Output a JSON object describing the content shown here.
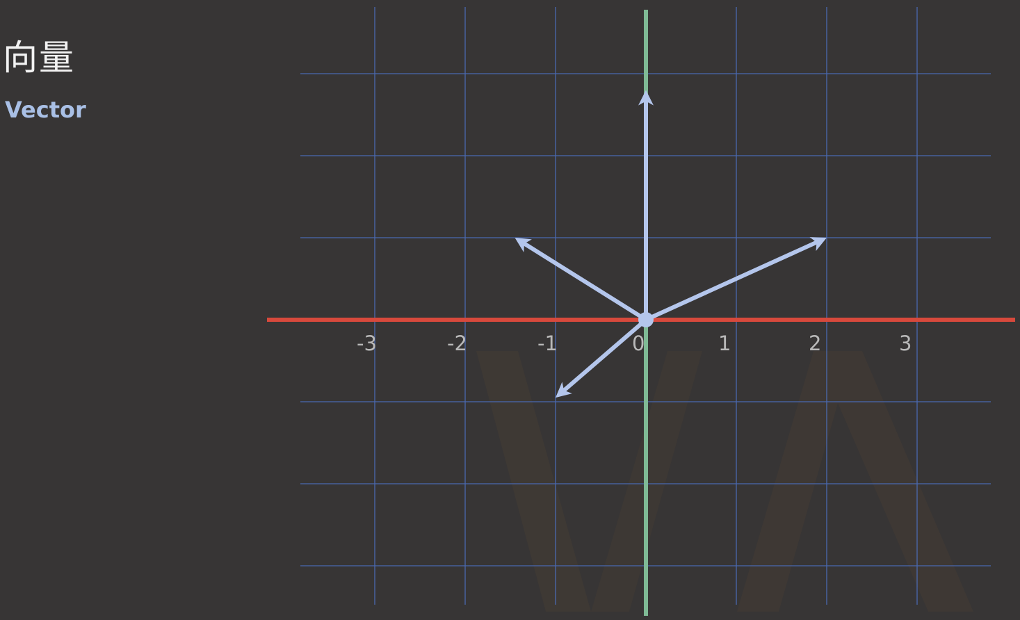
{
  "heading": {
    "title_zh": "向量",
    "title_en": "Vector"
  },
  "colors": {
    "background": "#373535",
    "grid": "#4a69b0",
    "x_axis": "#d7493c",
    "y_axis": "#7fba95",
    "vector": "#b4c6ec",
    "title_zh": "#f2f2f2",
    "title_en": "#a9c0e6",
    "tick_label": "#b9b9b9",
    "watermark": "#453c33"
  },
  "diagram": {
    "x_tick_labels": [
      {
        "value": -3,
        "text": "-3"
      },
      {
        "value": -2,
        "text": "-2"
      },
      {
        "value": -1,
        "text": "-1"
      },
      {
        "value": 0,
        "text": "0"
      },
      {
        "value": 1,
        "text": "1"
      },
      {
        "value": 2,
        "text": "2"
      },
      {
        "value": 3,
        "text": "3"
      }
    ],
    "grid_x_values": [
      -3,
      -2,
      -1,
      1,
      2,
      3
    ],
    "grid_y_values": [
      3,
      2,
      1,
      -1,
      -2,
      -3
    ],
    "origin": [
      0,
      0
    ],
    "vectors": [
      {
        "name": "vector-up",
        "x": 0,
        "y": 2.8
      },
      {
        "name": "vector-upper-left",
        "x": -1.45,
        "y": 1.0
      },
      {
        "name": "vector-upper-right",
        "x": 2.0,
        "y": 1.0
      },
      {
        "name": "vector-lower-left",
        "x": -1.0,
        "y": -0.95
      }
    ]
  }
}
